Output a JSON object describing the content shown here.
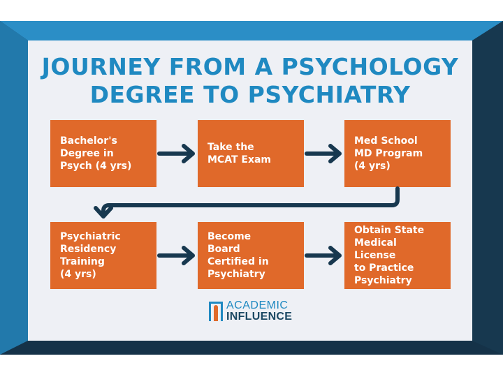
{
  "title": {
    "line1": "JOURNEY FROM A PSYCHOLOGY",
    "line2": "DEGREE TO PSYCHIATRY"
  },
  "steps": [
    {
      "label": "Bachelor's\nDegree in\nPsych (4 yrs)"
    },
    {
      "label": "Take the\nMCAT Exam"
    },
    {
      "label": "Med School\nMD Program\n(4 yrs)"
    },
    {
      "label": "Psychiatric\nResidency\nTraining\n(4 yrs)"
    },
    {
      "label": "Become\nBoard\nCertified in\nPsychiatry"
    },
    {
      "label": "Obtain State\nMedical License\nto Practice\nPsychiatry"
    }
  ],
  "logo": {
    "line1": "ACADEMIC",
    "line2": "INFLUENCE"
  },
  "colors": {
    "title": "#1f89c1",
    "box": "#e0692a",
    "arrow": "#17384f",
    "frame_light": "#2b8ec6",
    "frame_dark": "#17384f"
  }
}
